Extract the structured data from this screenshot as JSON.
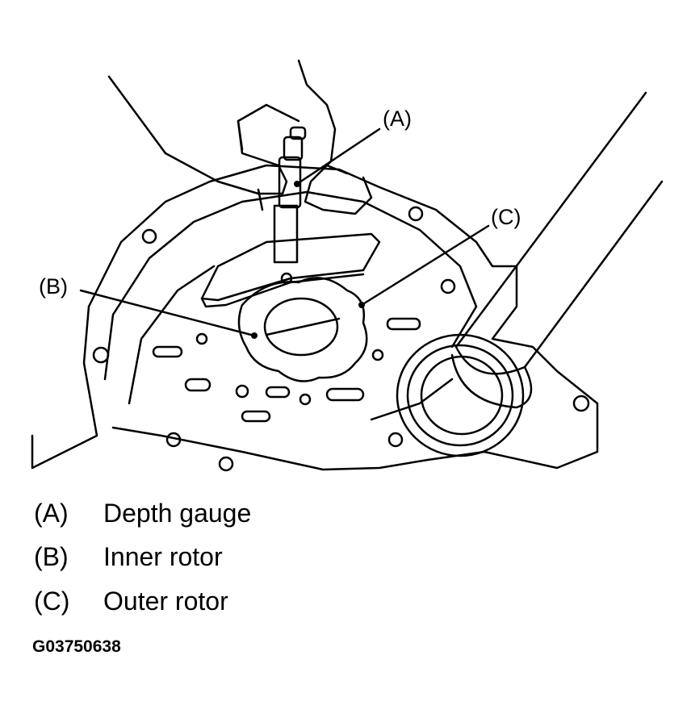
{
  "callouts": {
    "a": "(A)",
    "b": "(B)",
    "c": "(C)"
  },
  "legend": [
    {
      "key": "(A)",
      "label": "Depth gauge"
    },
    {
      "key": "(B)",
      "label": "Inner rotor"
    },
    {
      "key": "(C)",
      "label": "Outer rotor"
    }
  ],
  "figure_id": "G03750638",
  "colors": {
    "ink": "#000000",
    "paper": "#ffffff"
  }
}
